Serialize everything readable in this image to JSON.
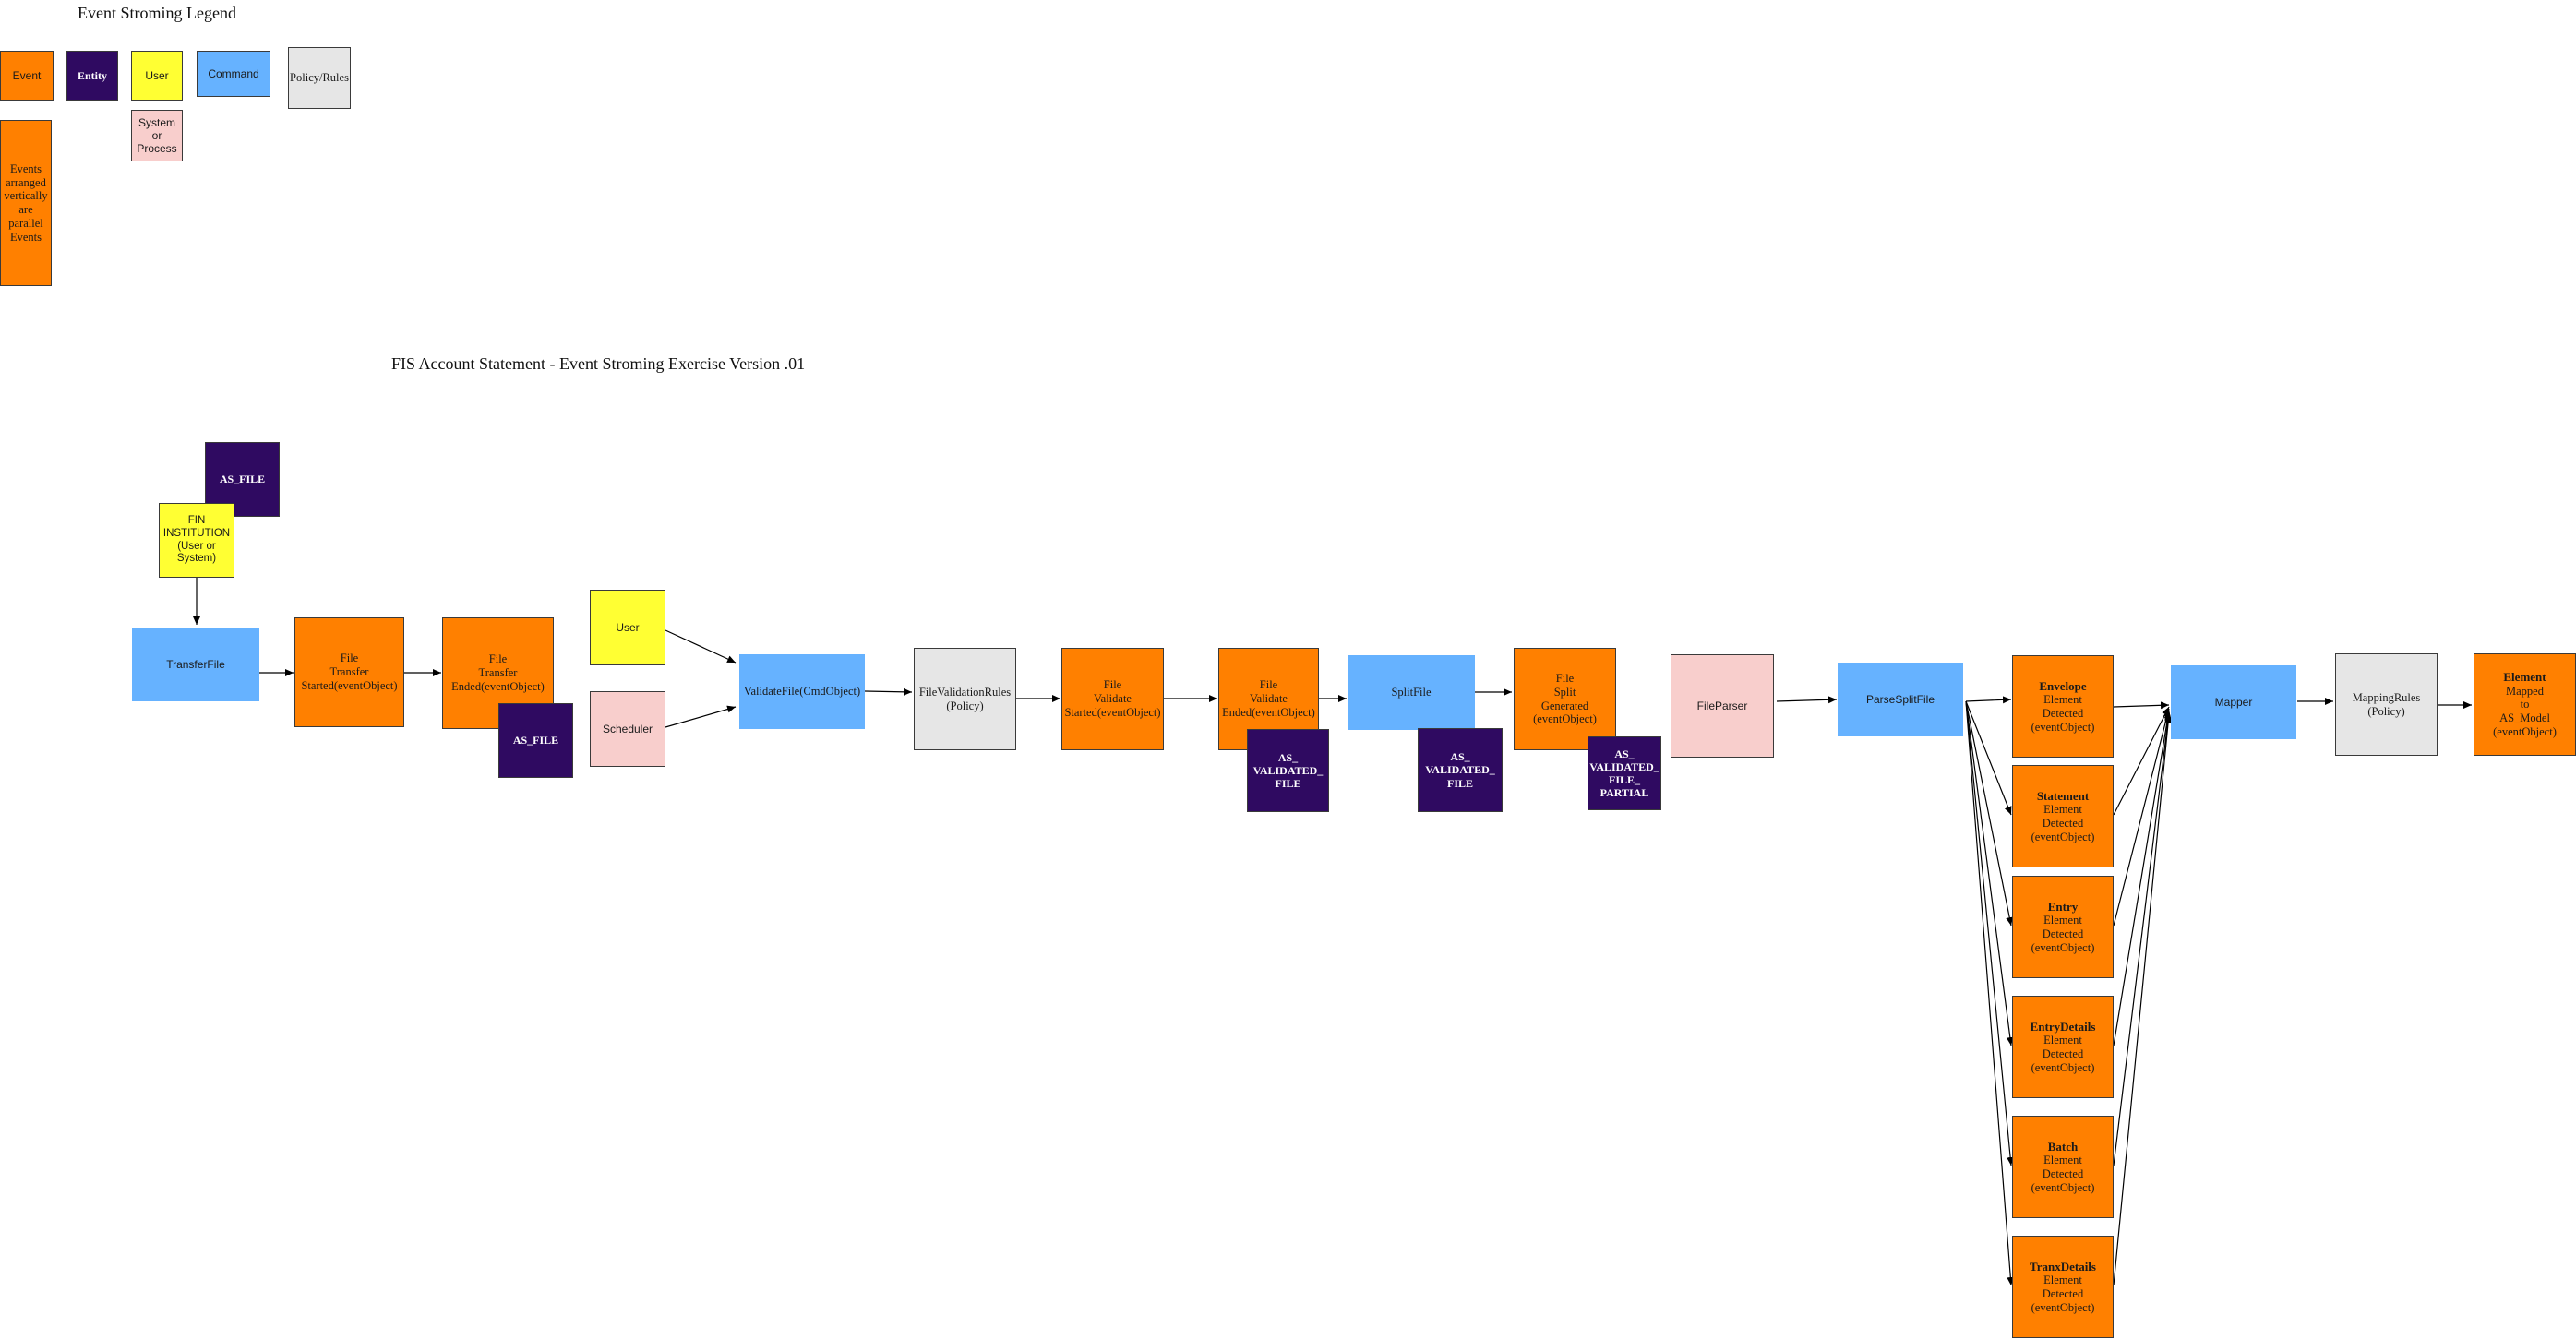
{
  "legend": {
    "title": "Event Stroming Legend",
    "event": "Event",
    "entity": "Entity",
    "user": "User",
    "command": "Command",
    "policy": "Policy/Rules",
    "system": "System\nor\nProcess",
    "parallel": "Events\narranged\nvertically\nare\nparallel\nEvents"
  },
  "diagram_title": "FIS Account Statement - Event Stroming Exercise Version .01",
  "nodes": {
    "as_file_top": "AS_FILE",
    "fin_institution": "FIN\nINSTITUTION\n(User or\nSystem)",
    "transfer_file": "TransferFile",
    "file_transfer_started": "File\nTransfer\nStarted(eventObject)",
    "file_transfer_ended": "File\nTransfer\nEnded(eventObject)",
    "as_file_mid": "AS_FILE",
    "user": "User",
    "scheduler": "Scheduler",
    "validate_file": "ValidateFile(CmdObject)",
    "file_validation_rules": "FileValidationRules\n(Policy)",
    "file_validate_started": "File\nValidate\nStarted(eventObject)",
    "file_validate_ended": "File\nValidate\nEnded(eventObject)",
    "as_validated_file_1": "AS_\nVALIDATED_\nFILE",
    "split_file": "SplitFile",
    "as_validated_file_2": "AS_\nVALIDATED_\nFILE",
    "file_split_generated": "File\nSplit\nGenerated\n(eventObject)",
    "as_validated_file_partial": "AS_\nVALIDATED_\nFILE_\nPARTIAL",
    "file_parser": "FileParser",
    "parse_split_file": "ParseSplitFile",
    "mapper": "Mapper",
    "mapping_rules": "MappingRules\n(Policy)",
    "element_mapped_title": "Element",
    "element_mapped_text": "Mapped\nto\nAS_Model\n(eventObject)"
  },
  "detected": [
    {
      "title": "Envelope",
      "text": "Element\nDetected\n(eventObject)"
    },
    {
      "title": "Statement",
      "text": "Element\nDetected\n(eventObject)"
    },
    {
      "title": "Entry",
      "text": "Element\nDetected\n(eventObject)"
    },
    {
      "title": "EntryDetails",
      "text": "Element\nDetected\n(eventObject)"
    },
    {
      "title": "Batch",
      "text": "Element\nDetected\n(eventObject)"
    },
    {
      "title": "TranxDetails",
      "text": "Element\nDetected\n(eventObject)"
    }
  ],
  "colors": {
    "event": "#ff8000",
    "entity": "#2f0a61",
    "user": "#ffff33",
    "command": "#66b2ff",
    "policy": "#e6e6e6",
    "system": "#f8cecc"
  }
}
